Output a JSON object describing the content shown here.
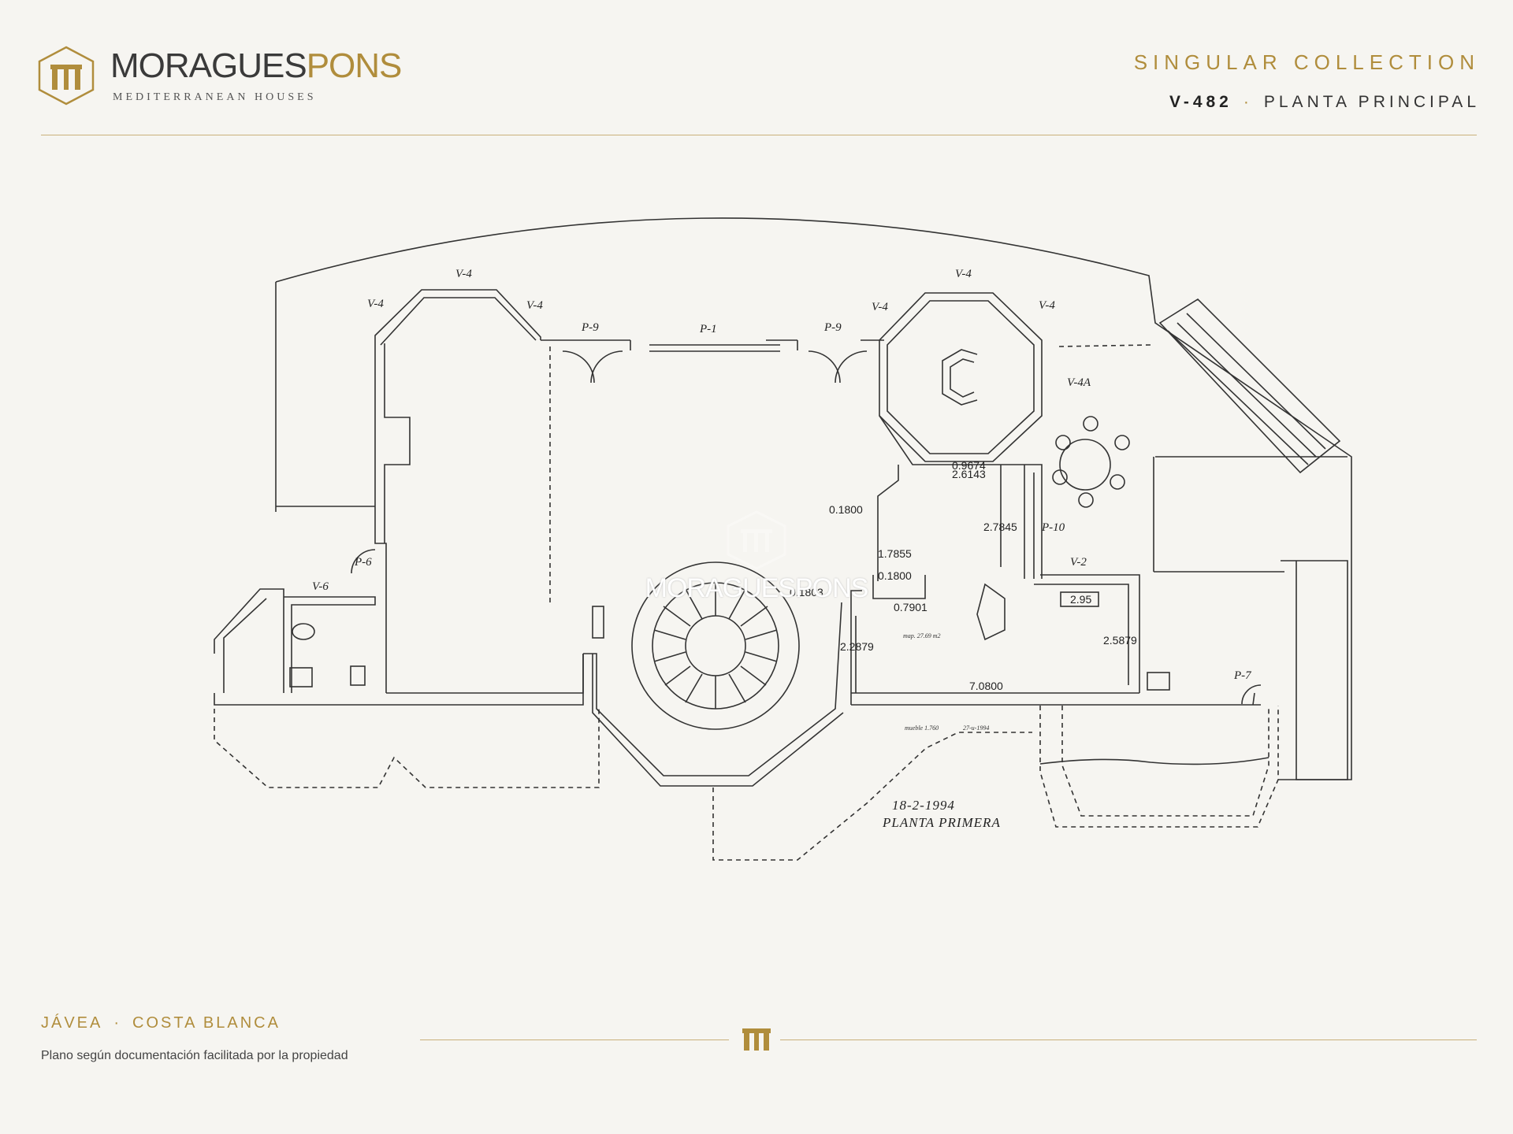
{
  "brand": {
    "name_part1": "MORAGUES",
    "name_part2": "PONS",
    "tagline": "MEDITERRANEAN HOUSES"
  },
  "header": {
    "collection": "SINGULAR COLLECTION",
    "code": "V-482",
    "plan_name": "PLANTA PRINCIPAL"
  },
  "footer": {
    "town": "JÁVEA",
    "region": "COSTA BLANCA",
    "note": "Plano según documentación facilitada por la propiedad"
  },
  "watermark": {
    "text": "MORAGUESPONS"
  },
  "plan": {
    "labels": {
      "v4_a": "V-4",
      "v4_b": "V-4",
      "v4_c": "V-4",
      "v4_d": "V-4",
      "v4_e": "V-4",
      "v4_f": "V-4",
      "v4a": "V-4A",
      "v2": "V-2",
      "v6": "V-6",
      "p1": "P-1",
      "p9_a": "P-9",
      "p9_b": "P-9",
      "p6": "P-6",
      "p7": "P-7",
      "p10": "P-10"
    },
    "dimensions": {
      "d1": "0.1800",
      "d2": "1.7855",
      "d3": "0.1800",
      "d4": "0.1803",
      "d5": "0.7901",
      "d6": "2.2879",
      "d7": "2.7845",
      "d8": "2.6143",
      "d9": "0.9674",
      "d10": "2.95",
      "d11": "2.5879",
      "d12": "7.0800"
    },
    "notes": {
      "area": "map. 27.69 m2",
      "stamp_a": "mueble 1.760",
      "stamp_b": "27-u-1994"
    },
    "date": "18-2-1994",
    "title": "PLANTA PRIMERA"
  },
  "colors": {
    "gold": "#b08d3c",
    "background": "#f6f5f1",
    "ink": "#2a2a2a"
  }
}
